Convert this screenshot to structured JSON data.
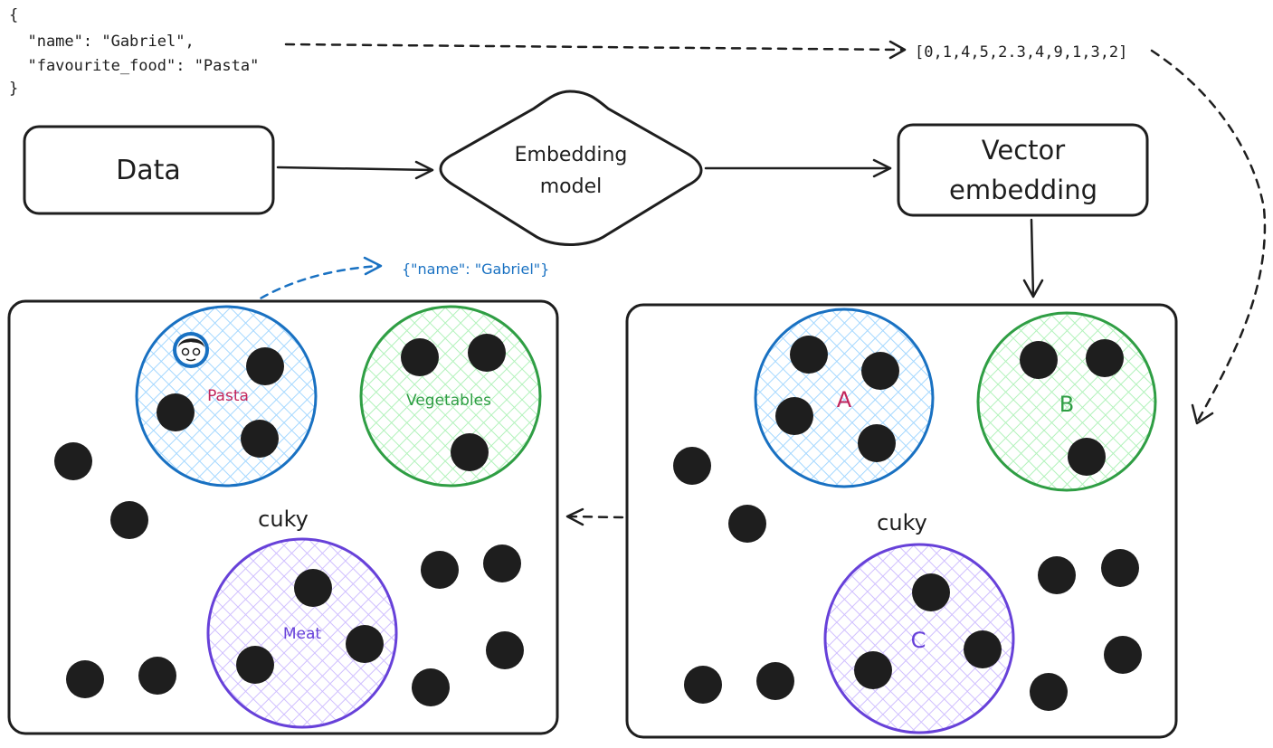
{
  "json_snippet": [
    "{",
    "  \"name\": \"Gabriel\",",
    "  \"favourite_food\": \"Pasta\"",
    "}"
  ],
  "vector_text": "[0,1,4,5,2.3,4,9,1,3,2]",
  "nodes": {
    "data": "Data",
    "model_line1": "Embedding",
    "model_line2": "model",
    "vector_line1": "Vector",
    "vector_line2": "embedding"
  },
  "metadata_label": "{\"name\": \"Gabriel\"}",
  "left_store": {
    "label": "cuky",
    "clusters": {
      "a": "Pasta",
      "b": "Vegetables",
      "c": "Meat"
    }
  },
  "right_store": {
    "label": "cuky",
    "clusters": {
      "a": "A",
      "b": "B",
      "c": "C"
    }
  },
  "colors": {
    "blue": "#1971c2",
    "blue_fill": "#a5d8ff",
    "green": "#2f9e44",
    "green_fill": "#b2f2bb",
    "purple": "#6741d9",
    "purple_fill": "#d0bfff",
    "pink_text": "#c2255c",
    "ink": "#1e1e1e"
  }
}
